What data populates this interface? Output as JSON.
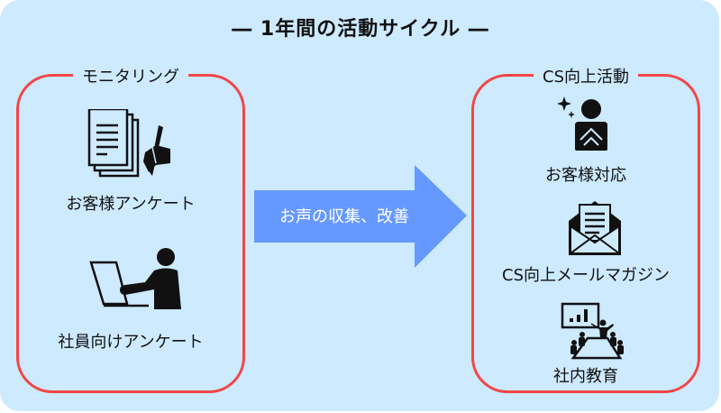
{
  "title": "― 1年間の活動サイクル ―",
  "colors": {
    "background": "#cdeaff",
    "panel_border": "#f24646",
    "arrow": "#6699ff",
    "arrow_text": "#ffffff",
    "icon": "#111111"
  },
  "left_panel": {
    "label": "モニタリング",
    "items": [
      {
        "label": "お客様アンケート",
        "icon": "document-pen-icon"
      },
      {
        "label": "社員向けアンケート",
        "icon": "person-laptop-icon"
      }
    ]
  },
  "arrow": {
    "label": "お声の収集、改善",
    "icon": "right-arrow-icon"
  },
  "right_panel": {
    "label": "CS向上活動",
    "items": [
      {
        "label": "お客様対応",
        "icon": "bowing-person-icon"
      },
      {
        "label": "CS向上メールマガジン",
        "icon": "envelope-letter-icon"
      },
      {
        "label": "社内教育",
        "icon": "training-presentation-icon"
      }
    ]
  }
}
